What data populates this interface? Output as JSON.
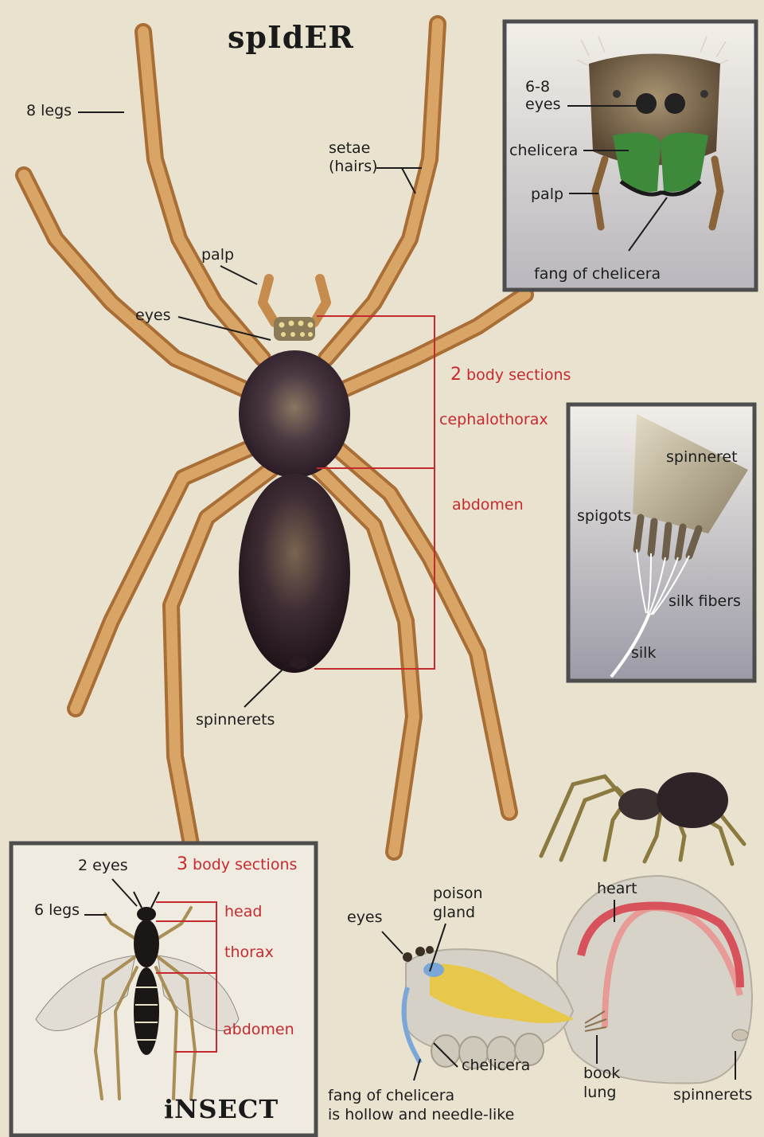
{
  "spider": {
    "title": "spIdER",
    "labels": {
      "legs": "8 legs",
      "setae": "setae\n(hairs)",
      "palp": "palp",
      "eyes": "eyes",
      "spinnerets": "spinnerets",
      "body_sections_count": "2",
      "body_sections_text": " body sections",
      "cephalothorax": "cephalothorax",
      "abdomen": "abdomen"
    }
  },
  "face_inset": {
    "eyes": "6-8\neyes",
    "chelicera": "chelicera",
    "palp": "palp",
    "fang": "fang of chelicera"
  },
  "spinneret_inset": {
    "spinneret": "spinneret",
    "spigots": "spigots",
    "silk_fibers": "silk fibers",
    "silk": "silk"
  },
  "insect": {
    "title": "iNSECT",
    "eyes": "2 eyes",
    "legs": "6 legs",
    "body_sections_count": "3",
    "body_sections_text": " body sections",
    "head": "head",
    "thorax": "thorax",
    "abdomen": "abdomen"
  },
  "anatomy": {
    "eyes": "eyes",
    "poison_gland": "poison\ngland",
    "heart": "heart",
    "chelicera": "chelicera",
    "book_lung": "book\nlung",
    "spinnerets": "spinnerets",
    "fang_note": "fang of chelicera\nis hollow and needle-like"
  },
  "colors": {
    "background": "#e9e2cf",
    "label_red": "#c62a2f",
    "leg": "#cf9a5c",
    "body": "#3a2c36",
    "chelicera_green": "#3d8a3a",
    "heart": "#d8525c",
    "venom": "#e8c84a",
    "gland": "#7aa7d8",
    "frame": "#4d4d4d"
  }
}
